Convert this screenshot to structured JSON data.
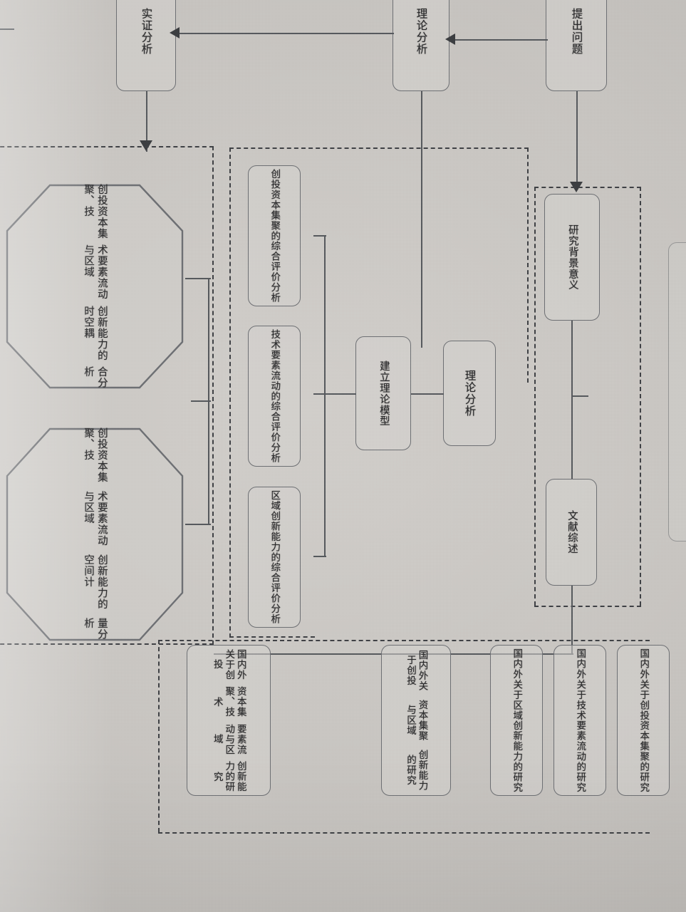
{
  "document": {
    "kind": "scanned-flowchart-photo",
    "orientation": "rotated-90-clockwise",
    "language": "zh-CN",
    "paper_color": "#c9c6c2",
    "ink_color": "#2a2a2c",
    "line_color": "#55585c"
  },
  "top_row": {
    "boxes": [
      {
        "id": "raise-question",
        "label": "提出问题"
      },
      {
        "id": "theory-analysis-top",
        "label": "理论分析"
      },
      {
        "id": "empirical-analysis-top",
        "label": "实证分析"
      }
    ]
  },
  "question_branch": {
    "boxes": [
      {
        "id": "research-background",
        "line1": "研究背景意",
        "line2": "义"
      },
      {
        "id": "literature-review",
        "label": "文献综述"
      }
    ]
  },
  "literature_items": [
    {
      "id": "lit-vc-capital",
      "line1": "国内外关于创投",
      "line2": "资本集聚的研究"
    },
    {
      "id": "lit-tech-flow",
      "line1": "国内外关于技术",
      "line2": "要素流动的研究"
    },
    {
      "id": "lit-regional-innov",
      "line1": "国内外关于区域",
      "line2": "创新能力的研究"
    },
    {
      "id": "lit-vc-and-region",
      "line1": "国内外关于创投",
      "line2": "资本集聚与区域",
      "line3": "创新能力的研究"
    },
    {
      "id": "lit-all-three",
      "line1": "国内外关于创投",
      "line2": "资本集聚、技术",
      "line3": "要素流动与区域",
      "line4": "创新能力的研究"
    }
  ],
  "theory_branch": {
    "analysis_label": "理论分析",
    "model_line1": "建立理论模",
    "model_line2": "型",
    "evaluations": [
      {
        "id": "eval-vc-capital",
        "line1": "创投资本集聚的",
        "line2": "综合评价分析"
      },
      {
        "id": "eval-tech-flow",
        "line1": "技术要素流动的",
        "line2": "综合评价分析"
      },
      {
        "id": "eval-regional",
        "line1": "区域创新能力的",
        "line2": "综合评价分析"
      }
    ]
  },
  "empirical_branch": {
    "hexagons": [
      {
        "id": "hex-spatiotemporal-coupling",
        "line1": "创投资本集聚、技",
        "line2": "术要素流动与区域",
        "line3": "创新能力的时空耦",
        "line4": "合分析"
      },
      {
        "id": "hex-spatial-econometrics",
        "line1": "创投资本集聚、技",
        "line2": "术要素流动与区域",
        "line3": "创新能力的空间计",
        "line4": "量分析"
      }
    ]
  }
}
